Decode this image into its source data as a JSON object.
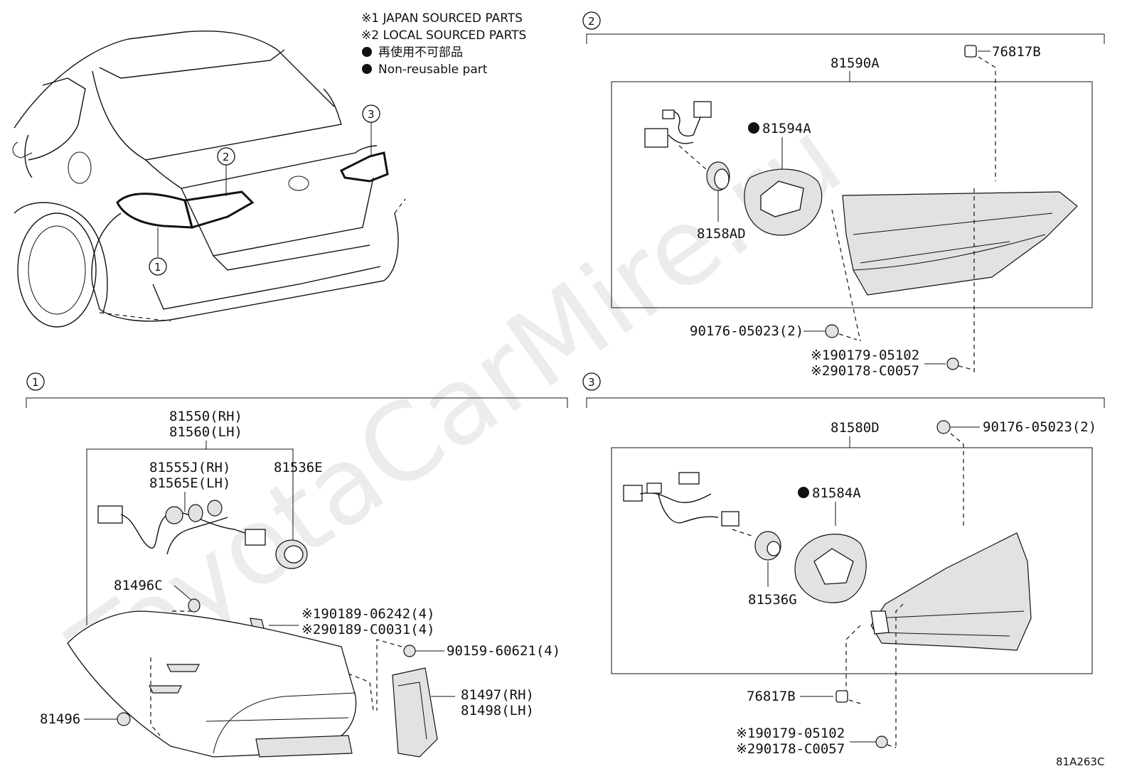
{
  "legend": {
    "line1": "※1 JAPAN SOURCED PARTS",
    "line2": "※2 LOCAL SOURCED PARTS",
    "line3": "再使用不可部品",
    "line4": "Non-reusable part"
  },
  "overview": {
    "callout1": "1",
    "callout2": "2",
    "callout3": "3"
  },
  "section2": {
    "number": "2",
    "assembly": "81590A",
    "clip_top": "76817B",
    "gasket": "81594A",
    "socket": "8158AD",
    "nut": "90176-05023(2)",
    "screw_jp": "※190179-05102",
    "screw_local": "※290178-C0057"
  },
  "section1": {
    "number": "1",
    "assembly_rh": "81550(RH)",
    "assembly_lh": "81560(LH)",
    "harness_rh": "81555J(RH)",
    "harness_lh": "81565E(LH)",
    "socket": "81536E",
    "grommet_top": "81496C",
    "grommet_bottom": "81496",
    "bolt_jp": "※190189-06242(4)",
    "bolt_local": "※290189-C0031(4)",
    "nut": "90159-60621(4)",
    "bracket_rh": "81497(RH)",
    "bracket_lh": "81498(LH)"
  },
  "section3": {
    "number": "3",
    "assembly": "81580D",
    "nut": "90176-05023(2)",
    "gasket": "81584A",
    "socket": "81536G",
    "clip": "76817B",
    "screw_jp": "※190179-05102",
    "screw_local": "※290178-C0057"
  },
  "footer": {
    "code": "81A263C",
    "watermark": "ToyotaCarMire.ru"
  }
}
